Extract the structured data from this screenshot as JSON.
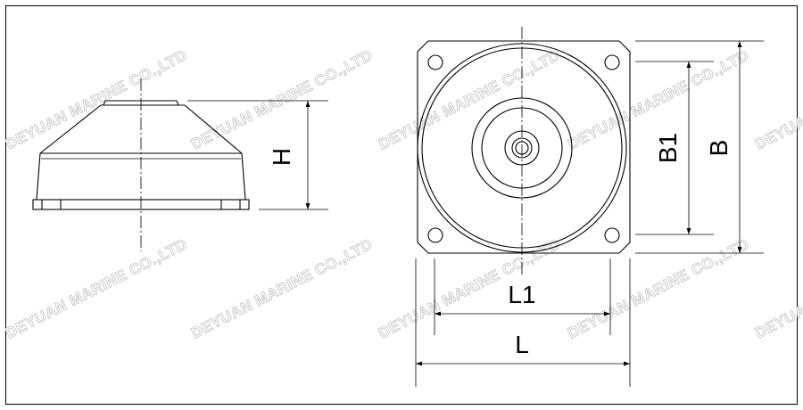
{
  "dimensions": {
    "height": "H",
    "width_inner": "B1",
    "width_outer": "B",
    "length_inner": "L1",
    "length_outer": "L"
  },
  "watermark": "DEYUAN MARINE CO.,LTD"
}
